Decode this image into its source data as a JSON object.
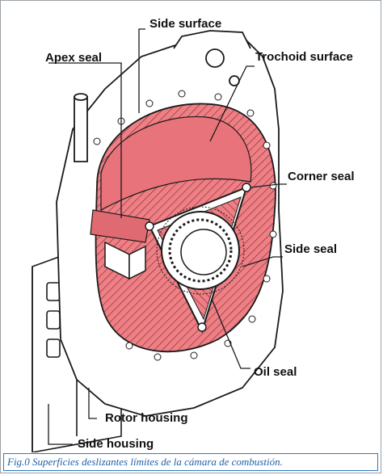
{
  "labels": {
    "side_surface": "Side surface",
    "apex_seal": "Apex seal",
    "trochoid_surface": "Trochoid surface",
    "corner_seal": "Corner seal",
    "side_seal": "Side seal",
    "oil_seal": "Oil seal",
    "rotor_housing": "Rotor housing",
    "side_housing": "Side housing"
  },
  "caption": "Fig.0 Superficies deslizantes límites de la cámara de combustión.",
  "colors": {
    "combustion_surface": "#e8737a",
    "hatch_surface": "#f08a8f",
    "line": "#1a1a1a",
    "caption_text": "#1f5fa8",
    "caption_border": "#2e7bbf"
  }
}
